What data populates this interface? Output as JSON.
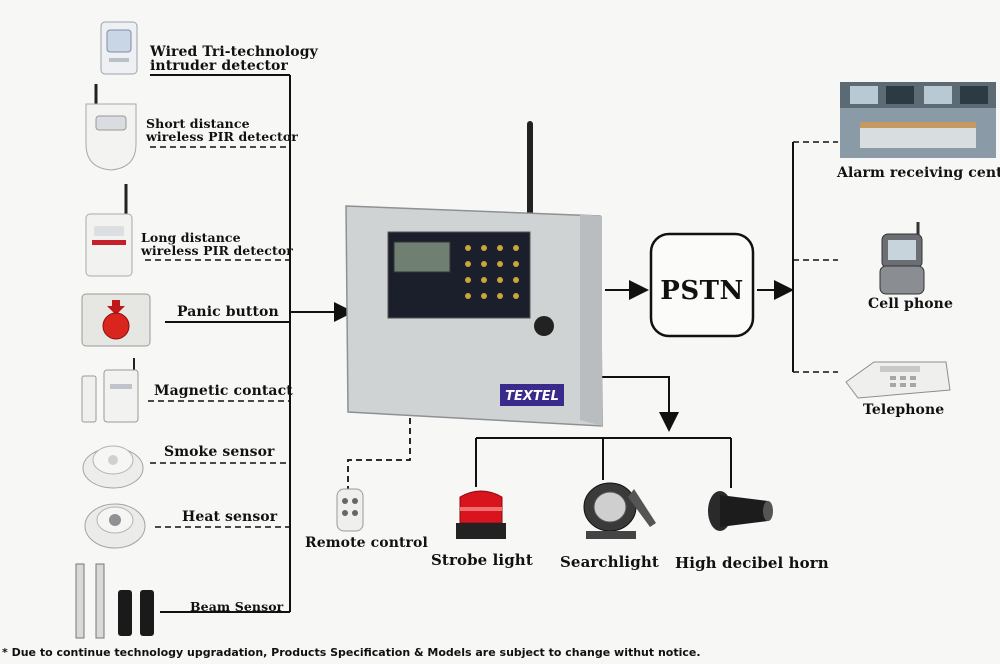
{
  "inputs": {
    "tri_tech_line1": "Wired Tri-technology",
    "tri_tech_line2": "intruder detector",
    "short_pir_line1": "Short distance",
    "short_pir_line2": "wireless PIR detector",
    "long_pir_line1": "Long distance",
    "long_pir_line2": "wireless PIR detector",
    "panic": "Panic button",
    "magnetic": "Magnetic contact",
    "smoke": "Smoke sensor",
    "heat": "Heat sensor",
    "beam": "Beam Sensor"
  },
  "panel": {
    "brand": "TEXTEL"
  },
  "remote": "Remote control",
  "network": "PSTN",
  "outputs": {
    "alarm_center": "Alarm receiving center",
    "cell_phone": "Cell phone",
    "telephone": "Telephone"
  },
  "sirens": {
    "strobe": "Strobe light",
    "searchlight": "Searchlight",
    "horn": "High decibel horn"
  },
  "footnote": "* Due to continue technology upgradation, Products Specification & Models are subject to change withut notice.",
  "colors": {
    "panel_body": "#cfd3d4",
    "panel_screen": "#1b1f2b",
    "brand_bg": "#3a2a8c",
    "brand_accent": "#d62020",
    "strobe_red": "#d8141e",
    "line": "#111111"
  }
}
